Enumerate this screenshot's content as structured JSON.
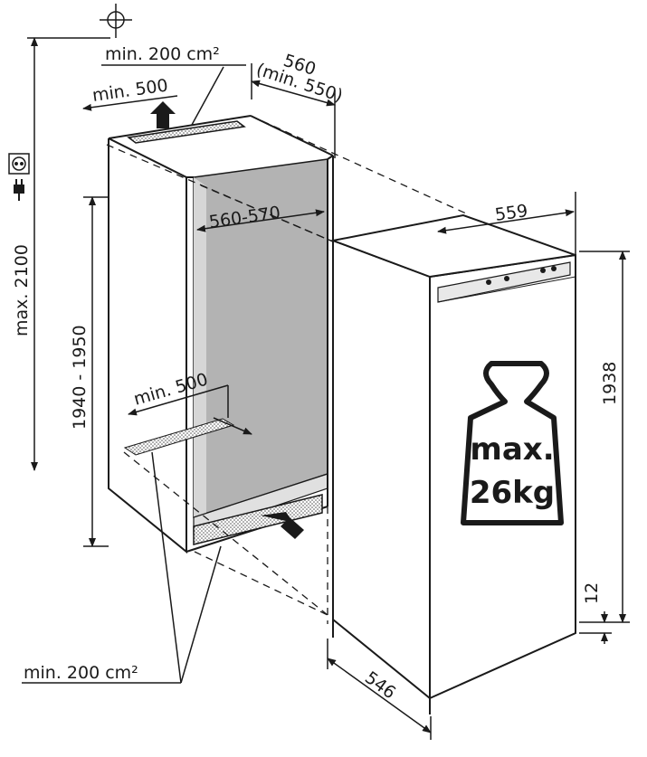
{
  "labels": {
    "vent_top_area": "min. 200 cm²",
    "top_clearance": "min. 500",
    "niche_width_top": "560",
    "niche_width_min": "(min. 550)",
    "niche_inner_width": "560-570",
    "total_height_max": "max. 2100",
    "niche_height": "1940 - 1950",
    "floor_depth": "min. 500",
    "appliance_width": "559",
    "appliance_height": "1938",
    "appliance_depth": "546",
    "plinth_gap": "12",
    "vent_bottom_area": "min. 200 cm²",
    "weight_line1": "max.",
    "weight_line2": "26kg"
  },
  "icons": [
    "ground-symbol-icon",
    "power-socket-icon",
    "power-plug-icon",
    "weight-icon",
    "airflow-arrow-icon"
  ],
  "colors": {
    "line": "#1a1a1a",
    "niche_back": "#b3b3b3",
    "niche_side": "#d6d6d6",
    "appliance_body": "#ffffff"
  }
}
